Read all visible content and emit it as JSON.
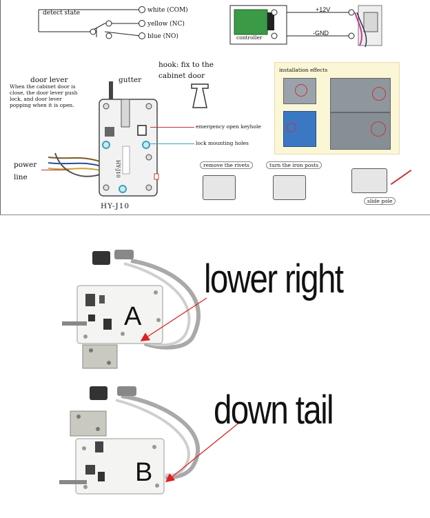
{
  "wiring": {
    "detect_state": "detect state",
    "white": "white (COM)",
    "yellow": "yellow (NC)",
    "blue": "blue (NO)",
    "plus12v": "+12V",
    "gnd": "-GND",
    "controller": "controller"
  },
  "lock_diagram": {
    "door_lever": "door lever",
    "door_lever_desc_1": "When the cabinet door is",
    "door_lever_desc_2": "close, the door lever push",
    "door_lever_desc_3": "lock, and door lever",
    "door_lever_desc_4": "popping when it is open.",
    "gutter": "gutter",
    "hook_1": "hook: fix to the",
    "hook_2": "cabinet door",
    "emergency": "emergency open keyhole",
    "mounting": "lock mounting holes",
    "power_1": "power",
    "power_2": "line",
    "model": "HY-J10",
    "side_label": "HY-J10"
  },
  "installation": {
    "title": "installation effects"
  },
  "steps": {
    "remove_rivets": "remove the rivets",
    "turn_iron_posts": "turn the iron posts",
    "slide_pole": "slide pole"
  },
  "photos": {
    "a_letter": "A",
    "b_letter": "B",
    "lower_right": "lower right",
    "down_tail": "down tail"
  },
  "colors": {
    "arrow_red": "#e02020",
    "accent_blue": "#2d6fb5",
    "plate_bg": "#fbf6d6",
    "cabinet_blue": "#3b78c4"
  }
}
